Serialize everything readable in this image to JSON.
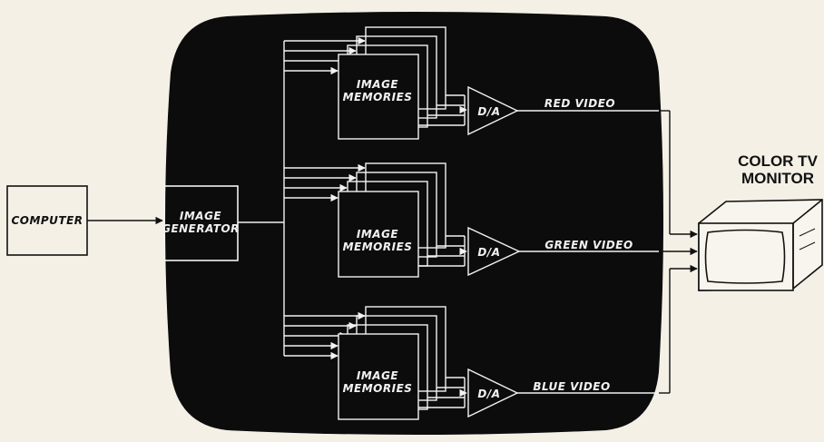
{
  "labels": {
    "computer": "COMPUTER",
    "image_generator_line1": "IMAGE",
    "image_generator_line2": "GENERATOR",
    "image_memories_line1": "IMAGE",
    "image_memories_line2": "MEMORIES",
    "da": "D/A",
    "red_video": "RED VIDEO",
    "green_video": "GREEN VIDEO",
    "blue_video": "BLUE VIDEO",
    "monitor_line1": "COLOR TV",
    "monitor_line2": "MONITOR"
  },
  "colors": {
    "background": "#f4f0e6",
    "screen": "#0c0c0c",
    "line_light": "#f2f2f2",
    "line_dark": "#111111"
  }
}
